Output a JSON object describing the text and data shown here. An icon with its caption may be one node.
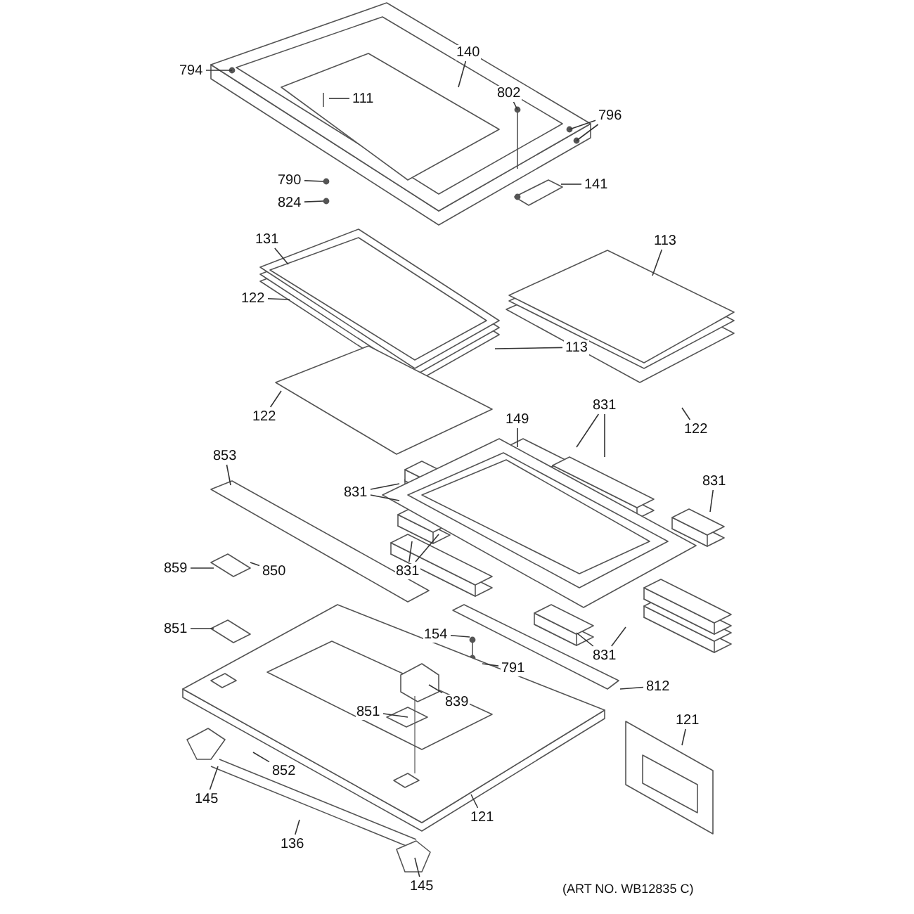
{
  "diagram": {
    "nodes": [
      {
        "text": [
          "794"
        ]
      },
      {
        "text": [
          "140"
        ]
      },
      {
        "text": [
          "111"
        ]
      },
      {
        "text": [
          "802"
        ]
      },
      {
        "text": [
          "796"
        ]
      },
      {
        "text": [
          "790"
        ]
      },
      {
        "text": [
          "824"
        ]
      },
      {
        "text": [
          "141"
        ]
      },
      {
        "text": [
          "131"
        ]
      },
      {
        "text": [
          "113"
        ]
      },
      {
        "text": [
          "122"
        ]
      },
      {
        "text": [
          "113"
        ]
      },
      {
        "text": [
          "122"
        ]
      },
      {
        "text": [
          "122"
        ]
      },
      {
        "text": [
          "149"
        ]
      },
      {
        "text": [
          "831"
        ]
      },
      {
        "text": [
          "853"
        ]
      },
      {
        "text": [
          "831"
        ]
      },
      {
        "text": [
          "831"
        ]
      },
      {
        "text": [
          "859"
        ]
      },
      {
        "text": [
          "850"
        ]
      },
      {
        "text": [
          "831"
        ]
      },
      {
        "text": [
          "851"
        ]
      },
      {
        "text": [
          "154"
        ]
      },
      {
        "text": [
          "791"
        ]
      },
      {
        "text": [
          "831"
        ]
      },
      {
        "text": [
          "812"
        ]
      },
      {
        "text": [
          "839"
        ]
      },
      {
        "text": [
          "851"
        ]
      },
      {
        "text": [
          "121"
        ]
      },
      {
        "text": [
          "852"
        ]
      },
      {
        "text": [
          "145"
        ]
      },
      {
        "text": [
          "121"
        ]
      },
      {
        "text": [
          "136"
        ]
      },
      {
        "text": [
          "145"
        ]
      }
    ],
    "edges": [
      {
        "from": 0,
        "to": null,
        "arrow": "none"
      },
      {
        "from": 1,
        "to": null,
        "arrow": "none"
      },
      {
        "from": 2,
        "to": null,
        "arrow": "none"
      },
      {
        "from": 3,
        "to": null,
        "arrow": "none"
      },
      {
        "from": 4,
        "to": null,
        "arrow": "none"
      },
      {
        "from": 4,
        "to": null,
        "arrow": "none"
      },
      {
        "from": 5,
        "to": null,
        "arrow": "none"
      },
      {
        "from": 6,
        "to": null,
        "arrow": "none"
      },
      {
        "from": 7,
        "to": null,
        "arrow": "none"
      },
      {
        "from": 8,
        "to": null,
        "arrow": "none"
      },
      {
        "from": 9,
        "to": null,
        "arrow": "none"
      },
      {
        "from": 10,
        "to": null,
        "arrow": "none"
      },
      {
        "from": 11,
        "to": null,
        "arrow": "none"
      },
      {
        "from": 12,
        "to": null,
        "arrow": "none"
      },
      {
        "from": 13,
        "to": null,
        "arrow": "none"
      },
      {
        "from": 14,
        "to": null,
        "arrow": "none"
      },
      {
        "from": 15,
        "to": null,
        "arrow": "none"
      },
      {
        "from": 15,
        "to": null,
        "arrow": "none"
      },
      {
        "from": 16,
        "to": null,
        "arrow": "none"
      },
      {
        "from": 17,
        "to": null,
        "arrow": "none"
      },
      {
        "from": 17,
        "to": null,
        "arrow": "none"
      },
      {
        "from": 18,
        "to": null,
        "arrow": "none"
      },
      {
        "from": 19,
        "to": null,
        "arrow": "none"
      },
      {
        "from": 20,
        "to": null,
        "arrow": "none"
      },
      {
        "from": 21,
        "to": null,
        "arrow": "none"
      },
      {
        "from": 21,
        "to": null,
        "arrow": "none"
      },
      {
        "from": 22,
        "to": null,
        "arrow": "none"
      },
      {
        "from": 23,
        "to": null,
        "arrow": "none"
      },
      {
        "from": 24,
        "to": null,
        "arrow": "none"
      },
      {
        "from": 25,
        "to": null,
        "arrow": "none"
      },
      {
        "from": 25,
        "to": null,
        "arrow": "none"
      },
      {
        "from": 26,
        "to": null,
        "arrow": "none"
      },
      {
        "from": 27,
        "to": null,
        "arrow": "none"
      },
      {
        "from": 28,
        "to": null,
        "arrow": "none"
      },
      {
        "from": 29,
        "to": null,
        "arrow": "none"
      },
      {
        "from": 30,
        "to": null,
        "arrow": "none"
      },
      {
        "from": 31,
        "to": null,
        "arrow": "none"
      },
      {
        "from": 32,
        "to": null,
        "arrow": "none"
      },
      {
        "from": 33,
        "to": null,
        "arrow": "none"
      },
      {
        "from": 34,
        "to": null,
        "arrow": "none"
      }
    ],
    "labels": [
      "(ART NO. WB12835 C)"
    ]
  }
}
